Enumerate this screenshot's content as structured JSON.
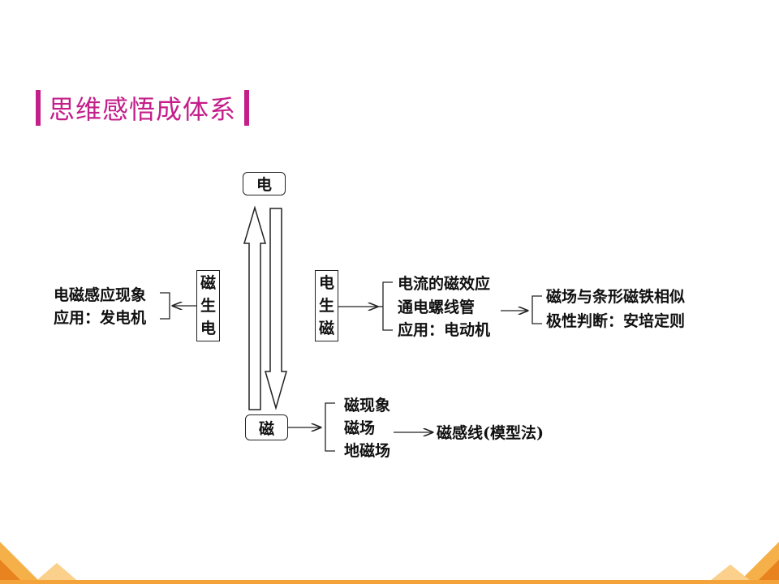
{
  "title": "思维感悟成体系",
  "colors": {
    "accent": "#c41e8a",
    "footer": "#f4a23a"
  },
  "diagram": {
    "top_box": "电",
    "bottom_box": "磁",
    "left_box": [
      "磁",
      "生",
      "电"
    ],
    "left_items": [
      "电磁感应现象",
      "应用：发电机"
    ],
    "mid_box": [
      "电",
      "生",
      "磁"
    ],
    "mid_items": [
      "电流的磁效应",
      "通电螺线管",
      "应用：电动机"
    ],
    "right_items": [
      "磁场与条形磁铁相似",
      "极性判断：安培定则"
    ],
    "bottom_items": [
      "磁现象",
      "磁场",
      "地磁场"
    ],
    "bottom_result": "磁感线(模型法)"
  }
}
